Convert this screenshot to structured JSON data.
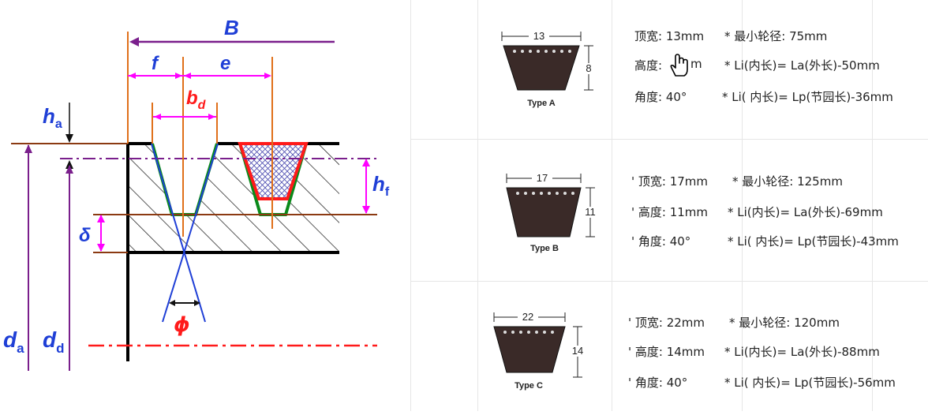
{
  "groove_diagram": {
    "labels": {
      "B": "B",
      "f": "f",
      "e": "e",
      "bd_main": "b",
      "bd_sub": "d",
      "ha_main": "h",
      "ha_sub": "a",
      "hf_main": "h",
      "hf_sub": "f",
      "delta": "δ",
      "phi": "ϕ",
      "da_main": "d",
      "da_sub": "a",
      "dd_main": "d",
      "dd_sub": "d"
    },
    "colors": {
      "dim_blue": "#1f3fd6",
      "dim_magenta": "#ff00ff",
      "dim_red": "#ff1a1a",
      "edge_orange": "#e0701a",
      "groove_green": "#0a8a1a",
      "purple": "#7a1f8c",
      "brown": "#8b3a12"
    }
  },
  "belt_types": [
    {
      "name": "Type A",
      "top_width": "13",
      "height": "8",
      "spec1a": "顶宽: 13mm",
      "spec1b": "* 最小轮径: 75mm",
      "spec2a": "高度:",
      "spec2a_tail": "m",
      "spec2b": "* Li(内长)= La(外长)-50mm",
      "spec3a": "角度: 40°",
      "spec3b": "* Li( 内长)= Lp(节园长)-36mm"
    },
    {
      "name": "Type B",
      "top_width": "17",
      "height": "11",
      "spec1a": "' 顶宽: 17mm",
      "spec1b": "* 最小轮径: 125mm",
      "spec2a": "' 高度: 11mm",
      "spec2b": "* Li(内长)= La(外长)-69mm",
      "spec3a": "' 角度: 40°",
      "spec3b": "* Li( 内长)= Lp(节园长)-43mm"
    },
    {
      "name": "Type C",
      "top_width": "22",
      "height": "14",
      "spec1a": "' 顶宽: 22mm",
      "spec1b": "* 最小轮径: 120mm",
      "spec2a": "' 高度: 14mm",
      "spec2b": "* Li(内长)= La(外长)-88mm",
      "spec3a": "' 角度: 40°",
      "spec3b": "* Li( 内长)= Lp(节园长)-56mm"
    }
  ],
  "cursor": {
    "icon": "hand-pointer-icon"
  }
}
